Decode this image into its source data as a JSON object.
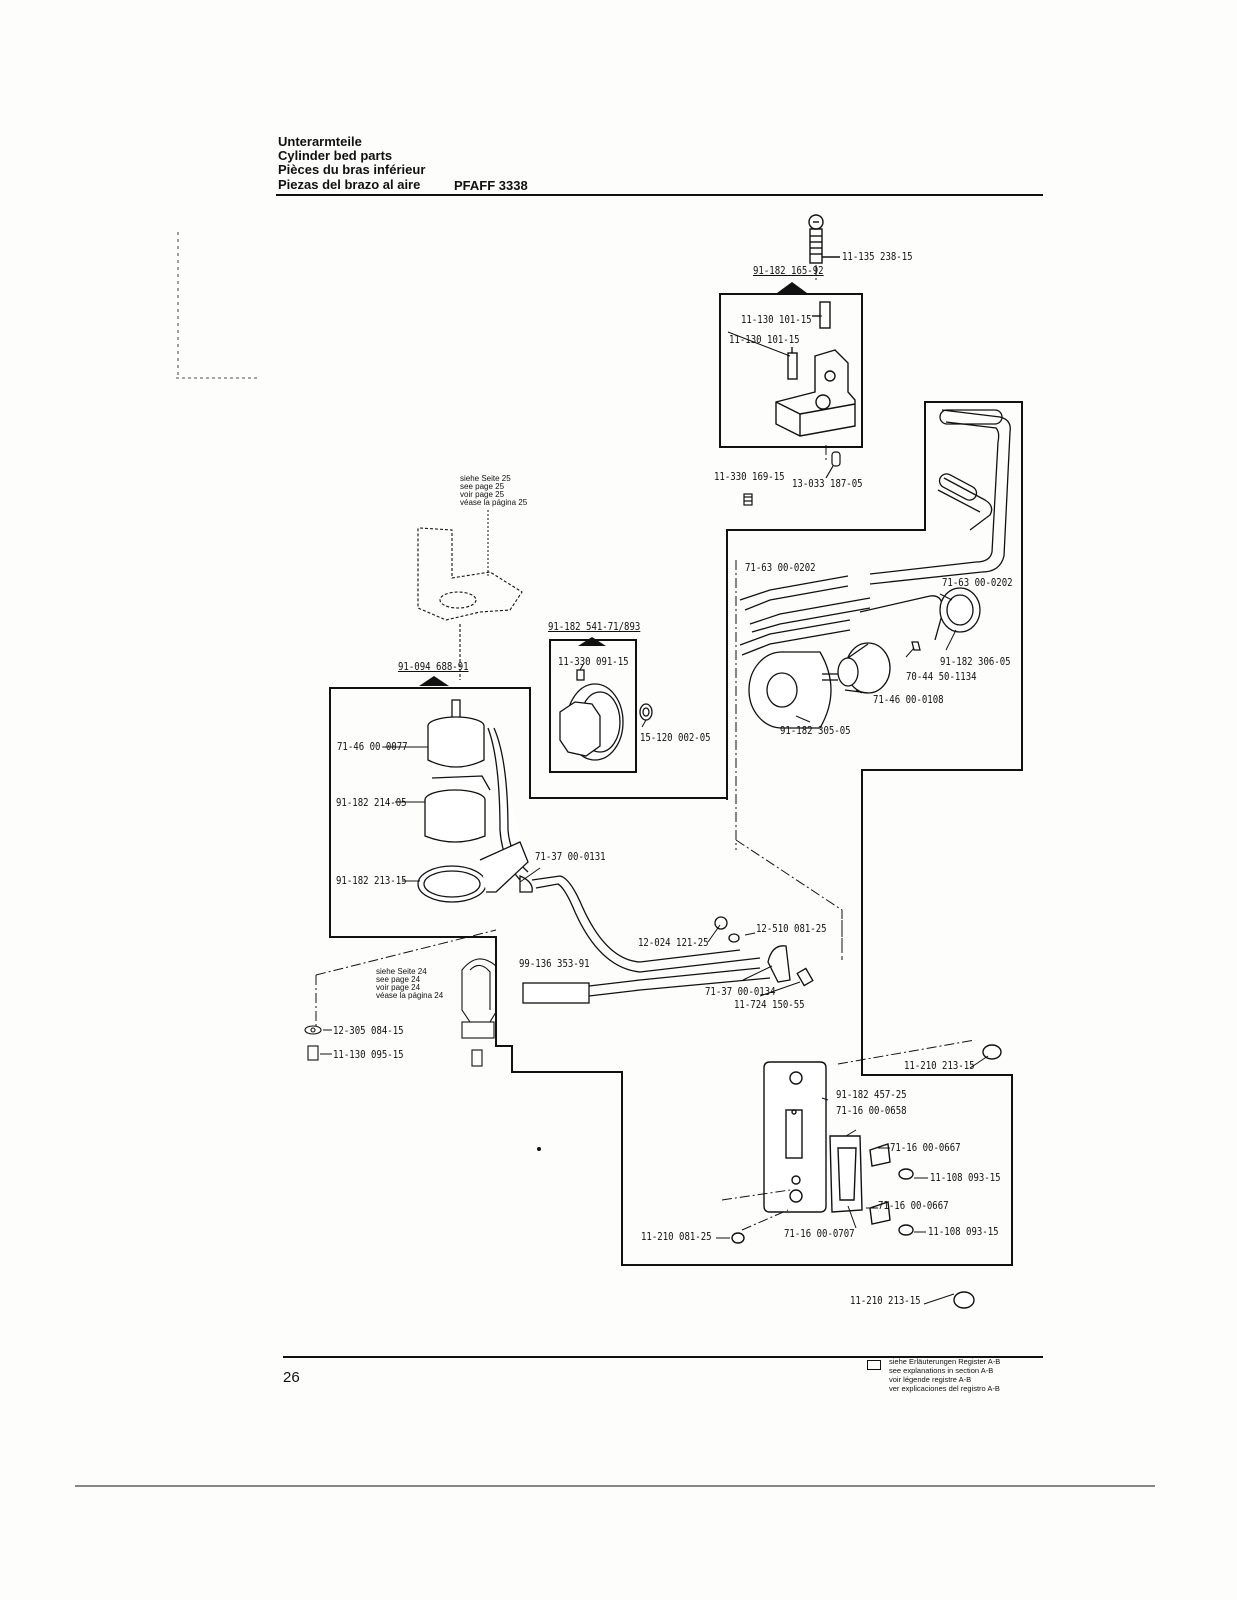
{
  "header": {
    "title_de": "Unterarmteile",
    "title_en": "Cylinder bed parts",
    "title_fr": "Pièces du bras inférieur",
    "title_es": "Piezas del brazo al aire",
    "model": "PFAFF 3338"
  },
  "page_number": "26",
  "references": {
    "page25": [
      "siehe Seite 25",
      "see page 25",
      "voir page 25",
      "véase la página 25"
    ],
    "page24": [
      "siehe Seite 24",
      "see page 24",
      "voir page 24",
      "véase la página 24"
    ]
  },
  "legend": [
    "siehe Erläuterungen Register A-B",
    "see explanations in section A-B",
    "voir légende registre A-B",
    "ver explicaciones del registro A-B"
  ],
  "assemblies": {
    "sensor_holder": "91-182 165-92",
    "guide_knob": "91-182 541-71/893",
    "motor_mount": "91-094 688-91"
  },
  "parts": {
    "p1": "11-135 238-15",
    "p2": "11-130 101-15",
    "p3": "11-130 101-15",
    "p4": "11-330 169-15",
    "p5": "13-033 187-05",
    "p6": "71-63 00-0202",
    "p7": "71-63 00-0202",
    "p8": "91-182 306-05",
    "p9": "70-44 50-1134",
    "p10": "71-46 00-0108",
    "p11": "91-182 305-05",
    "p12": "11-330 091-15",
    "p13": "15-120 002-05",
    "p14": "71-46 00-0077",
    "p15": "91-182 214-05",
    "p16": "71-37 00-0131",
    "p17": "91-182 213-15",
    "p18": "12-024 121-25",
    "p19": "12-510 081-25",
    "p20": "99-136 353-91",
    "p21": "71-37 00-0134",
    "p22": "11-724 150-55",
    "p23": "12-305 084-15",
    "p24": "11-130 095-15",
    "p25": "11-210 213-15",
    "p26": "91-182 457-25",
    "p27": "71-16 00-0658",
    "p28": "71-16 00-0667",
    "p29": "11-108 093-15",
    "p30": "71-16 00-0667",
    "p31": "11-108 093-15",
    "p32": "11-210 081-25",
    "p33": "71-16 00-0707",
    "p34": "11-210 213-15"
  }
}
